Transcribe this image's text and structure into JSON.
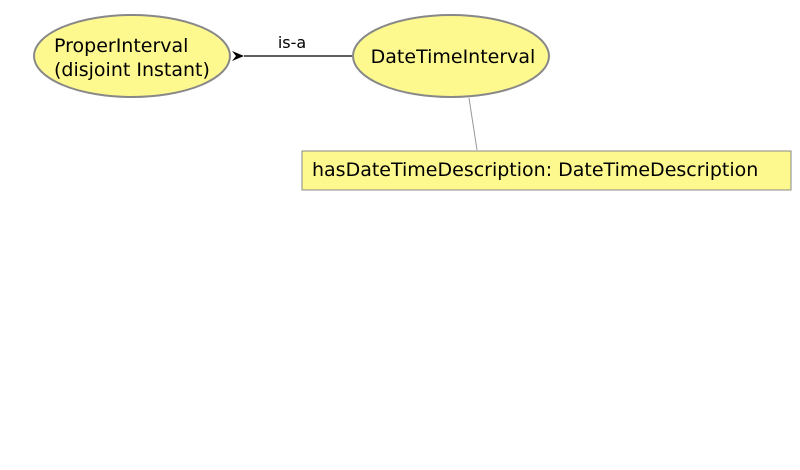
{
  "diagram": {
    "nodes": {
      "proper_interval": {
        "line1": "ProperInterval",
        "line2": "(disjoint Instant)"
      },
      "date_time_interval": {
        "label": "DateTimeInterval"
      }
    },
    "edges": {
      "is_a": {
        "label": "is-a"
      }
    },
    "property_box": {
      "text": "hasDateTimeDescription:  DateTimeDescription"
    }
  },
  "colors": {
    "node_fill": "#fdf98f",
    "node_stroke": "#888888",
    "edge_stroke": "#000000",
    "connector_stroke": "#999999"
  }
}
